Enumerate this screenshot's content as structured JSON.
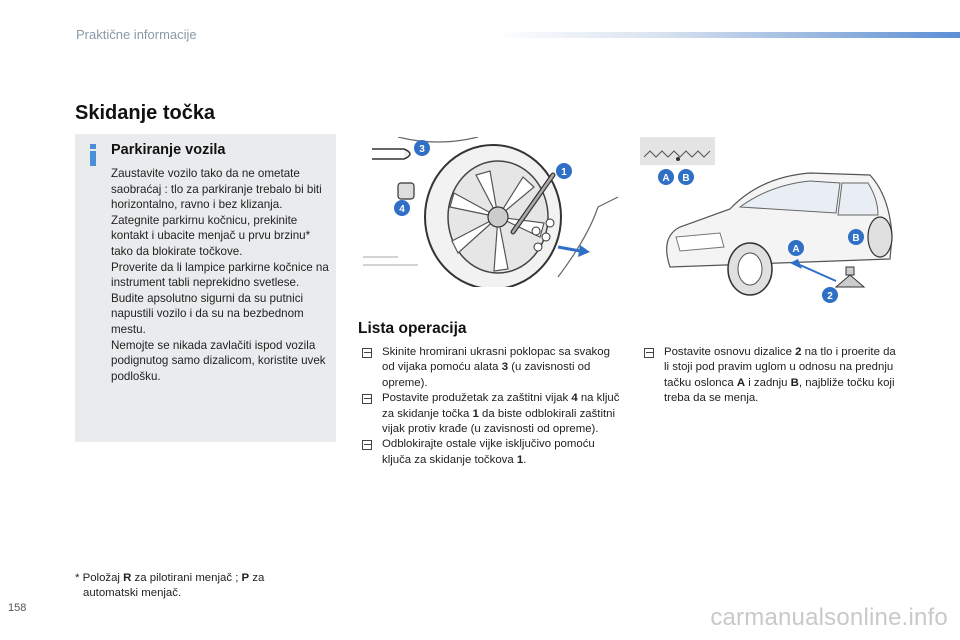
{
  "header": {
    "chapter": "Praktične informacije"
  },
  "section_title": "Skidanje točka",
  "info_box": {
    "title": "Parkiranje vozila",
    "paragraphs": [
      "Zaustavite vozilo tako da ne ometate saobraćaj : tlo za parkiranje trebalo bi biti horizontalno, ravno i bez klizanja. Zategnite parkirnu kočnicu, prekinite kontakt i ubacite menjač u prvu brzinu* tako da blokirate točkove.",
      "Proverite da li lampice parkirne kočnice na instrument tabli neprekidno svetlese.",
      "Budite apsolutno sigurni da su putnici napustili vozilo i da su na bezbednom mestu.",
      "Nemojte se nikada zavlačiti ispod vozila podignutog samo dizalicom, koristite uvek podlošku."
    ]
  },
  "illustrations": {
    "left_labels": [
      "3",
      "1",
      "4"
    ],
    "right_labels": [
      "A",
      "B",
      "A",
      "B",
      "2"
    ]
  },
  "operations": {
    "title": "Lista operacija",
    "col1": [
      {
        "pre": "Skinite hromirani ukrasni poklopac sa svakog od vijaka pomoću alata ",
        "bold": "3",
        "post": " (u zavisnosti od opreme)."
      },
      {
        "pre": "Postavite produžetak za zaštitni vijak ",
        "bold": "4",
        "mid": " na ključ za skidanje točka ",
        "bold2": "1",
        "post": " da biste odblokirali zaštitni vijak protiv krađe (u zavisnosti od opreme)."
      },
      {
        "pre": "Odblokirajte ostale vijke isključivo pomoću ključa za skidanje točkova ",
        "bold": "1",
        "post": "."
      }
    ],
    "col2": [
      {
        "pre": "Postavite osnovu dizalice ",
        "bold": "2",
        "mid": " na tlo i proerite da li stoji pod pravim uglom u odnosu na prednju tačku oslonca ",
        "bold2": "A",
        "mid2": " i zadnju ",
        "bold3": "B",
        "post": ", najbliže točku koji treba da se menja."
      }
    ]
  },
  "footnote": {
    "star": "*",
    "pre": " Položaj ",
    "r": "R",
    "mid": " za pilotirani menjač ; ",
    "p": "P",
    "mid2": " za",
    "line2": "automatski menjač."
  },
  "page_number": "158",
  "watermark": "carmanualsonline.info",
  "colors": {
    "accent_blue": "#2f6fc6",
    "box_gray": "#e9ebed",
    "info_icon": "#4a90d9"
  }
}
